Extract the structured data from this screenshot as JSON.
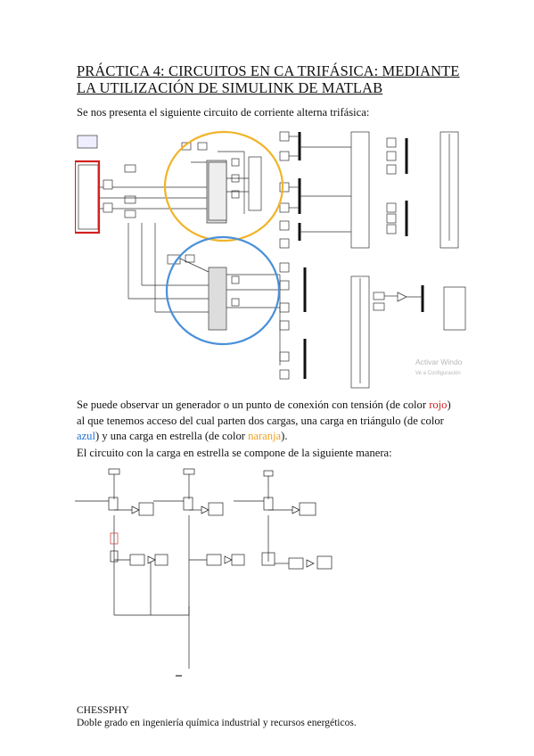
{
  "title": "PRÁCTICA 4: CIRCUITOS EN CA TRIFÁSICA: MEDIANTE LA UTILIZACIÓN DE SIMULINK DE MATLAB",
  "intro": "Se nos presenta el siguiente circuito de corriente alterna trifásica:",
  "figure1": {
    "watermark_line1": "Activar Windo",
    "watermark_line2": "Ve a Configuración"
  },
  "description": {
    "part1": "Se puede observar un generador o un punto de conexión con tensión (de color ",
    "rojo": "rojo",
    "part2": ") al que tenemos acceso del cual parten dos cargas, una carga en triángulo (de color ",
    "azul": "azul",
    "part3": ") y una carga en estrella (de color ",
    "naranja": "naranja",
    "part4": ")."
  },
  "star_intro": "El circuito con la carga en estrella se compone de la siguiente manera:",
  "footer": {
    "author": "CHESSPHY",
    "degree": "Doble grado en ingeniería química industrial y recursos energéticos."
  },
  "colors": {
    "generator_highlight": "#d32020",
    "triangle_highlight": "#4a90d9",
    "star_highlight": "#f0b429"
  }
}
